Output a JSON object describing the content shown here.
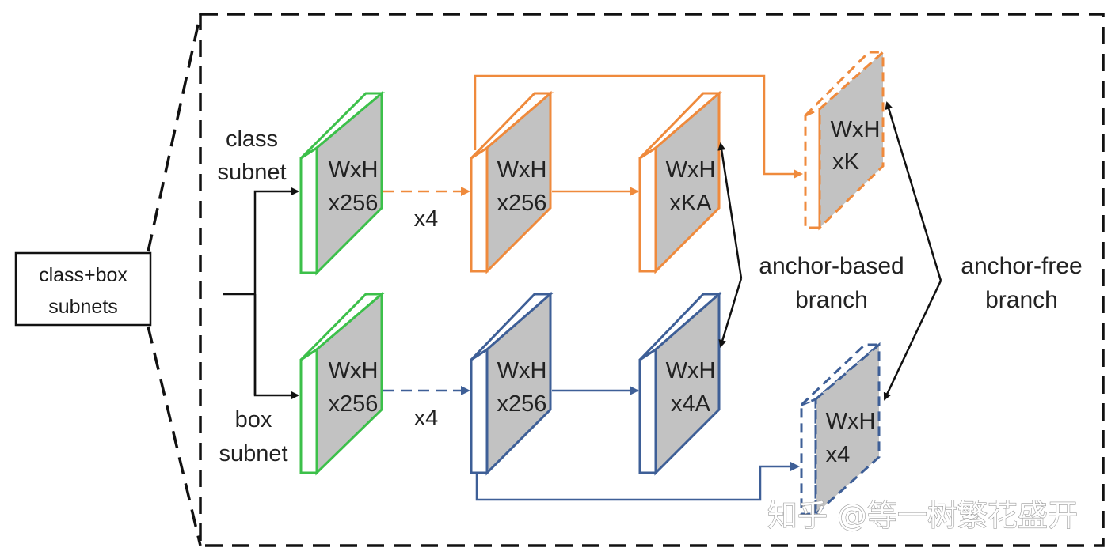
{
  "colors": {
    "class_green": "#3cc04a",
    "class_orange": "#ef8a3c",
    "box_blue": "#3e5f97",
    "feature_fill": "#c2c2c2",
    "line_black": "#111111"
  },
  "left_box": {
    "line1": "class+box",
    "line2": "subnets"
  },
  "subnet_labels": {
    "class_line1": "class",
    "class_line2": "subnet",
    "box_line1": "box",
    "box_line2": "subnet"
  },
  "repeat_labels": {
    "class": "x4",
    "box": "x4"
  },
  "blocks": {
    "class_in": {
      "line1": "WxH",
      "line2": "x256"
    },
    "class_mid": {
      "line1": "WxH",
      "line2": "x256"
    },
    "class_out": {
      "line1": "WxH",
      "line2": "xKA"
    },
    "class_free": {
      "line1": "WxH",
      "line2": "xK"
    },
    "box_in": {
      "line1": "WxH",
      "line2": "x256"
    },
    "box_mid": {
      "line1": "WxH",
      "line2": "x256"
    },
    "box_out": {
      "line1": "WxH",
      "line2": "x4A"
    },
    "box_free": {
      "line1": "WxH",
      "line2": "x4"
    }
  },
  "branch_labels": {
    "anchor_based_line1": "anchor-based",
    "anchor_based_line2": "branch",
    "anchor_free_line1": "anchor-free",
    "anchor_free_line2": "branch"
  },
  "watermark": "知乎 @等一树繁花盛开"
}
